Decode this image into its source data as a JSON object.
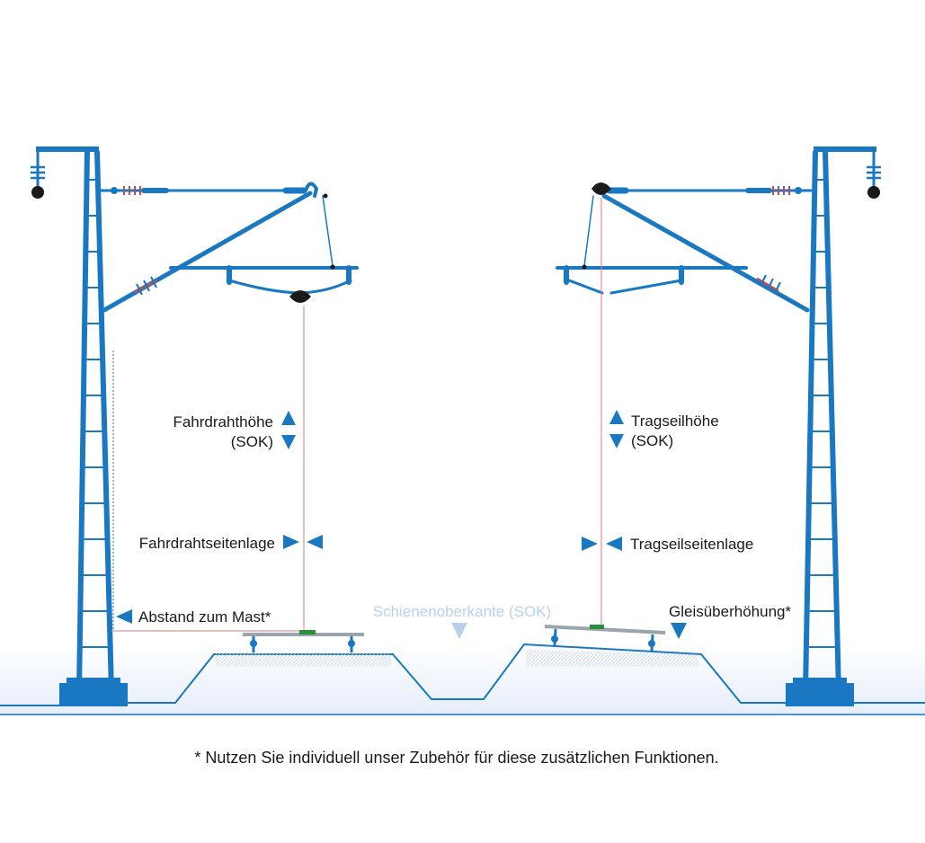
{
  "colors": {
    "mast_blue": "#1a78c2",
    "ground_fill_top": "#ffffff",
    "ground_fill_bottom": "#e8f0fb",
    "sok_label": "#b9d2ec",
    "measure_line": "#e07b7b",
    "insulator_red": "#b0505a",
    "clamp_black": "#1a1a1a",
    "arrow_blue": "#1a78c2",
    "text": "#1a1a1a"
  },
  "labels": {
    "fahrdrahthoehe": "Fahrdrahthöhe",
    "fahrdrahthoehe_sok": "(SOK)",
    "tragseilhoehe": "Tragseilhöhe",
    "tragseilhoehe_sok": "(SOK)",
    "fahrdrahtseitenlage": "Fahrdrahtseitenlage",
    "tragseilseitenlage": "Tragseilseitenlage",
    "abstand_zum_mast": "Abstand zum Mast*",
    "schienenoberkante": "Schienenoberkante (SOK)",
    "gleisueberhoehung": "Gleisüberhöhung*"
  },
  "footnote": "* Nutzen Sie individuell unser Zubehör für diese zusätzlichen Funktionen.",
  "icons": {
    "arrow_up": "triangle-up-icon",
    "arrow_down": "triangle-down-icon",
    "arrow_left": "triangle-left-icon",
    "arrow_right": "triangle-right-icon"
  }
}
